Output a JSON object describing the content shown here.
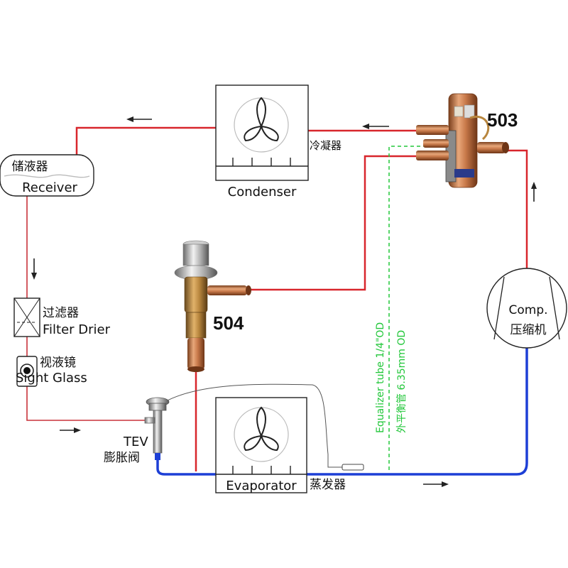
{
  "labels": {
    "condenser_cn": "冷凝器",
    "condenser_en": "Condenser",
    "receiver_cn": "储液器",
    "receiver_en": "Receiver",
    "filter_cn": "过滤器",
    "filter_en": "Filter Drier",
    "sight_cn": "视液镜",
    "sight_en": "Sight Glass",
    "tev_en": "TEV",
    "tev_cn": "膨胀阀",
    "evaporator_en": "Evaporator",
    "evaporator_cn": "蒸发器",
    "compressor_en": "Comp.",
    "compressor_cn": "压缩机",
    "valve_503": "503",
    "valve_504": "504",
    "equalizer_en": "Equalizer tube 1/4\"OD",
    "equalizer_cn": "外平衡管 6.35mm OD"
  },
  "colors": {
    "discharge_line": "#e8252a",
    "liquid_line": "#c8323a",
    "suction_line": "#1d3fd6",
    "equalizer_line": "#22c73a",
    "copper": "#c8794a",
    "brass": "#b8863e"
  }
}
